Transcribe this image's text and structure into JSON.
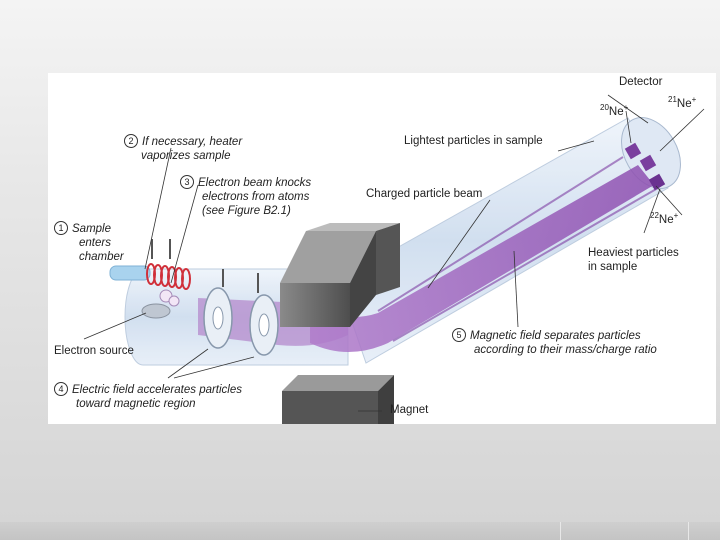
{
  "labels": {
    "detector": "Detector",
    "ne20": "20",
    "ne21": "21",
    "ne22": "22",
    "ne_symbol": "Ne",
    "plus": "+",
    "lightest": "Lightest particles in sample",
    "charged_beam": "Charged particle beam",
    "heaviest_1": "Heaviest particles",
    "heaviest_2": "in sample",
    "step1_num": "1",
    "step1_l1": "Sample",
    "step1_l2": "enters",
    "step1_l3": "chamber",
    "step2_num": "2",
    "step2_l1": "If necessary, heater",
    "step2_l2": "vaporizes sample",
    "step3_num": "3",
    "step3_l1": "Electron beam knocks",
    "step3_l2": "electrons from atoms",
    "step3_l3": "(see Figure B2.1)",
    "electron_source": "Electron source",
    "step4_num": "4",
    "step4_l1": "Electric field accelerates particles",
    "step4_l2": "toward magnetic region",
    "step5_num": "5",
    "step5_l1": "Magnetic field separates particles",
    "step5_l2": "according to their mass/charge ratio",
    "magnet": "Magnet"
  },
  "colors": {
    "beam": "#9a5bb8",
    "tube": "#cfe0f2",
    "magnet": "#5f5f5f",
    "heater_coil": "#d0303a"
  }
}
